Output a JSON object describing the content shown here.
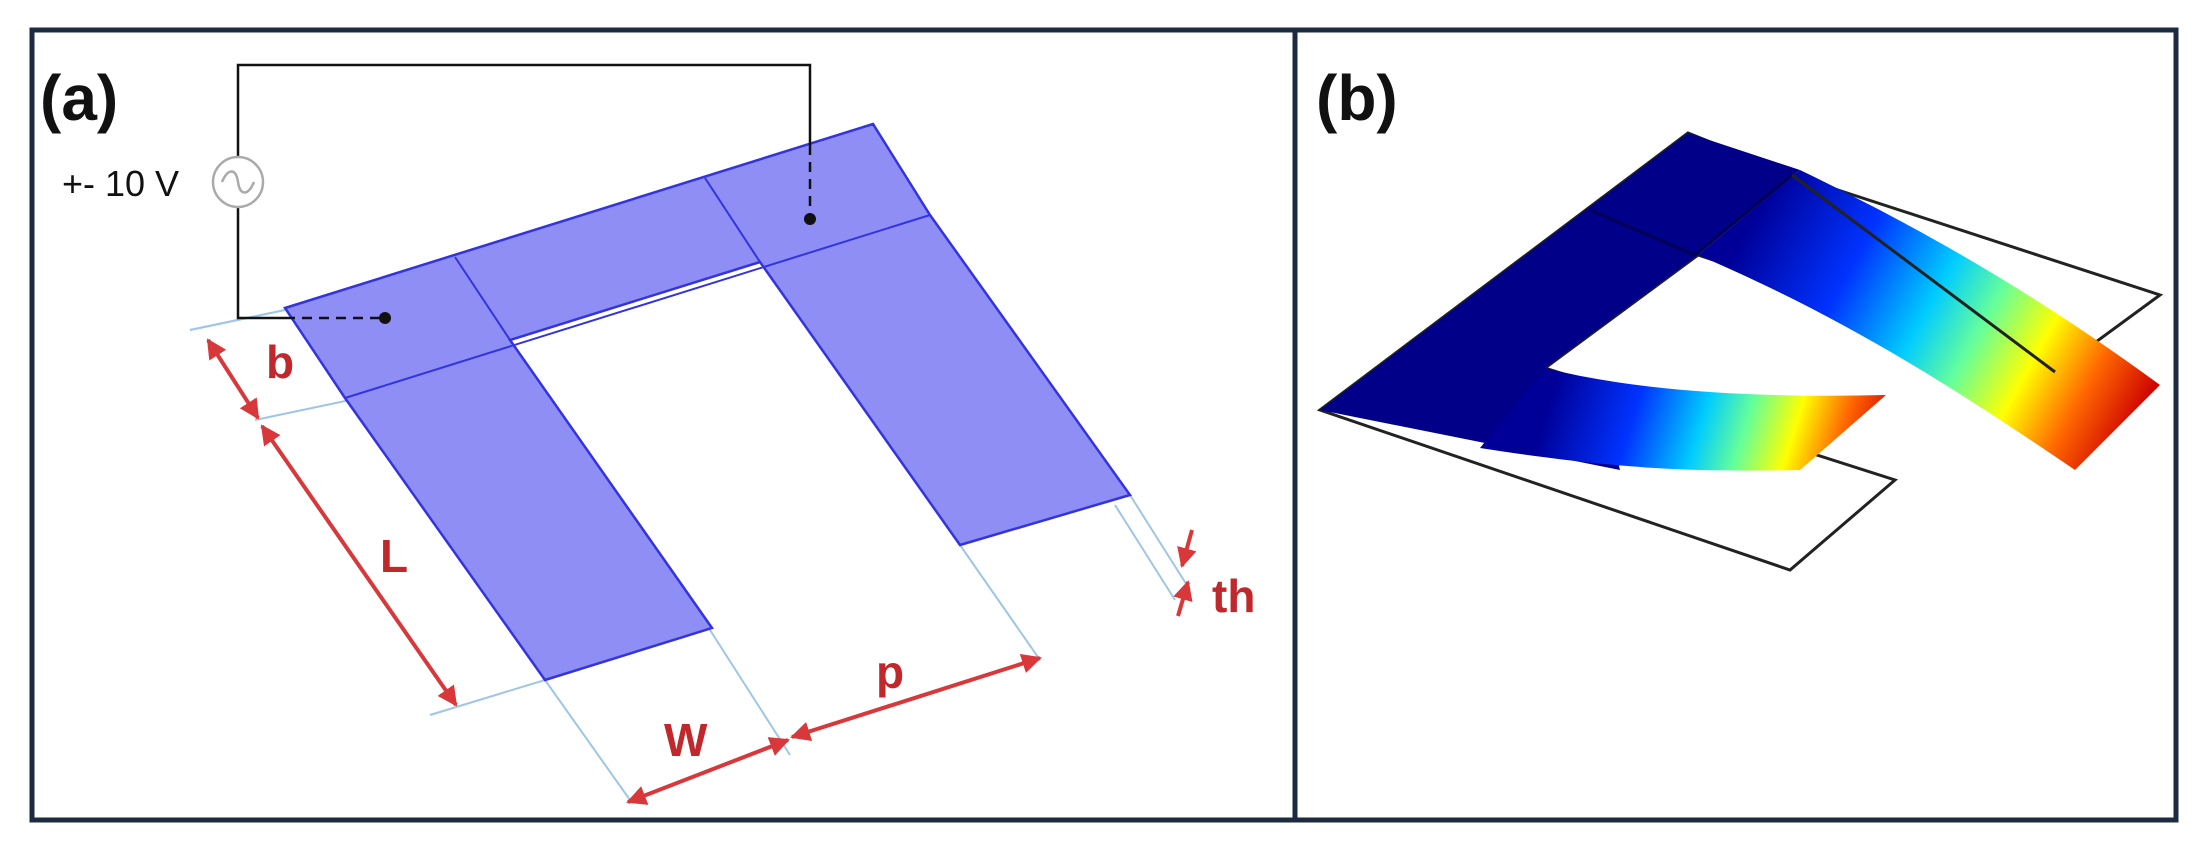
{
  "panel_a": {
    "label": "(a)",
    "source_label": "+- 10 V",
    "dimensions": {
      "b": "b",
      "L": "L",
      "W": "W",
      "p": "p",
      "th": "th"
    }
  },
  "panel_b": {
    "label": "(b)"
  },
  "colors": {
    "frame": "#1c2b3f",
    "plate_fill": "#8e8ef5",
    "plate_edge": "#3333e0",
    "dimension": "#d9383a",
    "wire": "#111111",
    "guide": "#9fc6e6"
  },
  "icons": [
    "ac-source-icon"
  ]
}
